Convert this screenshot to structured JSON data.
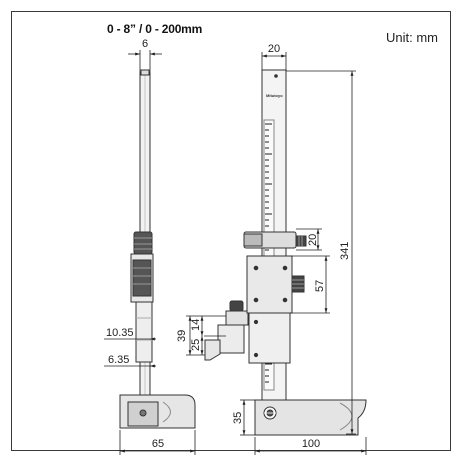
{
  "header": {
    "title": "0 - 8” / 0 - 200mm",
    "unit": "Unit: mm"
  },
  "dimensions": {
    "side_rod_width": "6",
    "side_base_width": "65",
    "side_10_35": "10.35",
    "side_6_35": "6.35",
    "side_39": "39",
    "side_25": "25",
    "side_14": "14",
    "front_top_width": "20",
    "front_clamp_height": "20",
    "front_slider_height": "57",
    "front_total_height": "341",
    "front_base_height": "35",
    "front_base_width": "100"
  },
  "brand_mark": "Mitutoyo"
}
